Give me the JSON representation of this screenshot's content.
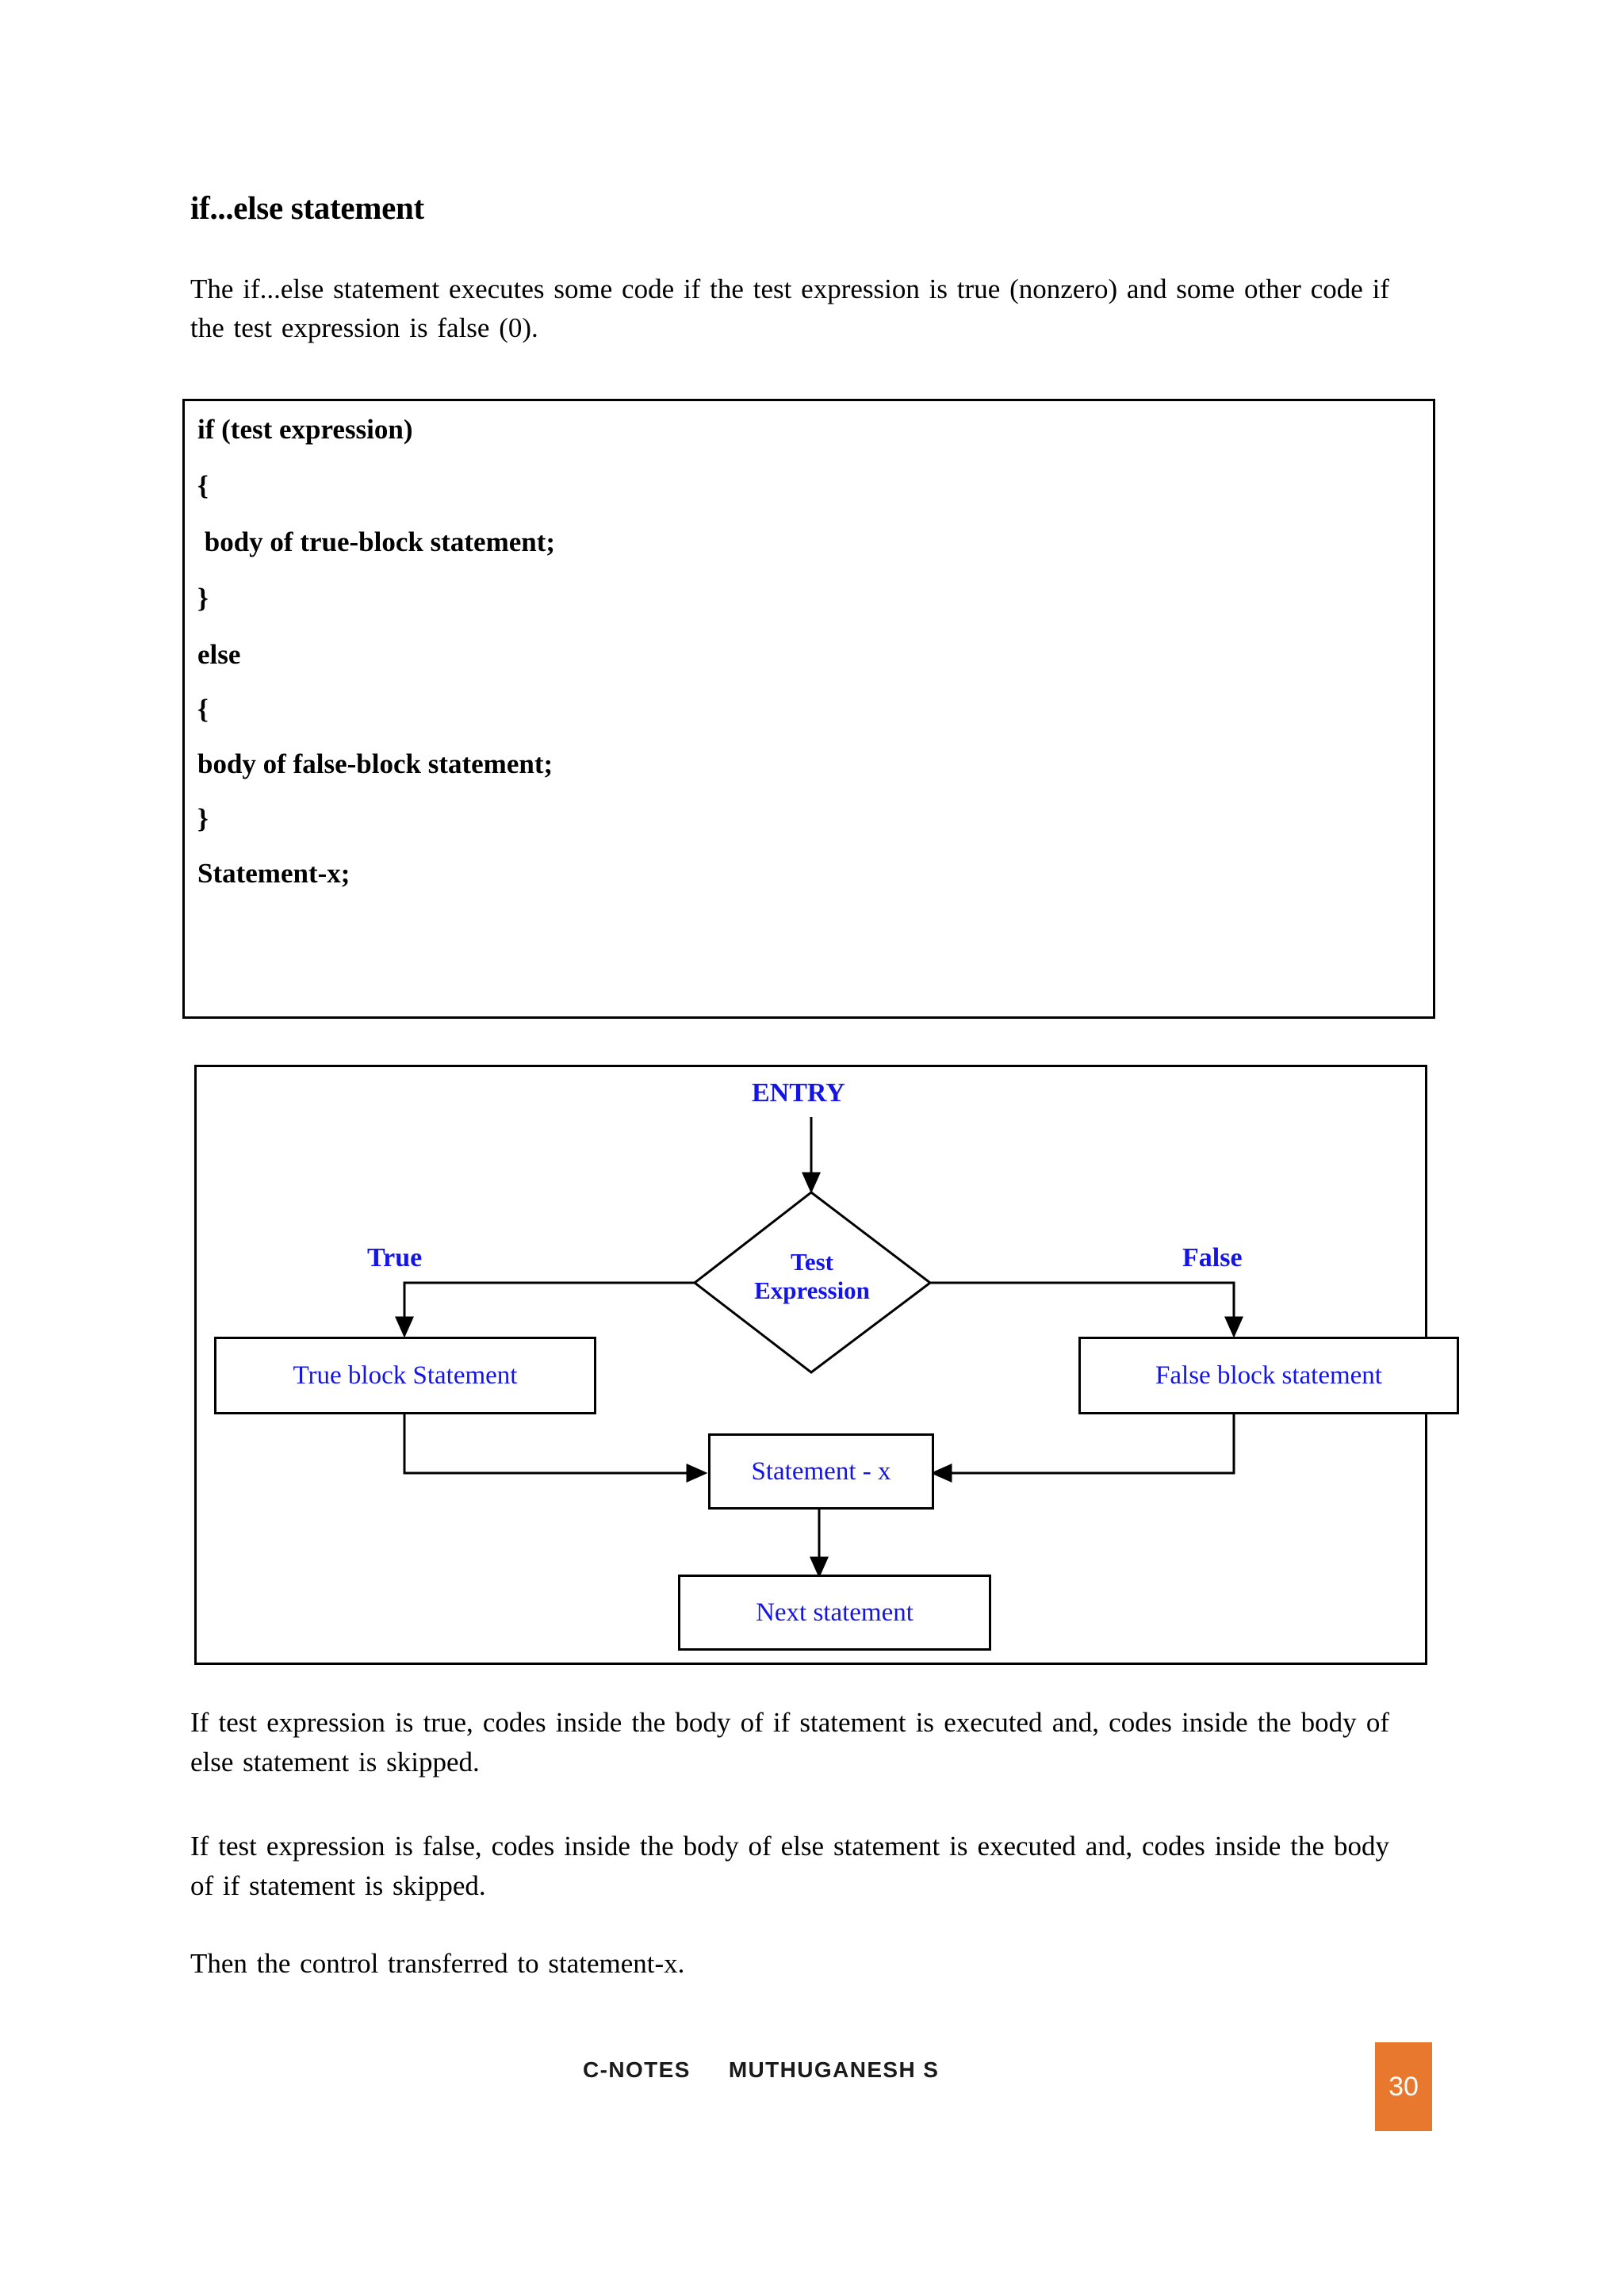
{
  "document": {
    "heading": "if...else statement",
    "intro": "The if...else statement executes some code if the test expression is true (nonzero) and some other code if the test expression is false (0).",
    "code_block": {
      "lines": [
        "if (test expression)",
        "{",
        " body of true-block statement;",
        "}",
        "else",
        "{",
        "body of false-block statement;",
        "}",
        "Statement-x;"
      ]
    },
    "flowchart": {
      "entry_label": "ENTRY",
      "decision_label_line1": "Test",
      "decision_label_line2": "Expression",
      "true_branch_label": "True",
      "false_branch_label": "False",
      "true_block": "True block Statement",
      "false_block": "False block statement",
      "statement_x": "Statement - x",
      "next_statement": "Next statement",
      "text_color": "#1414E6",
      "line_color": "#000000"
    },
    "paragraphs": [
      "If test expression is true, codes inside the body of if statement is executed and, codes inside the body of else statement is skipped.",
      "If test expression is false, codes inside the body of else statement is executed and, codes inside the body of if statement is skipped.",
      "Then the control transferred to statement-x."
    ],
    "footer": {
      "left_text": "C-NOTES",
      "right_text": "MUTHUGANESH S",
      "page_number": "30",
      "badge_color": "#E8782E"
    }
  }
}
